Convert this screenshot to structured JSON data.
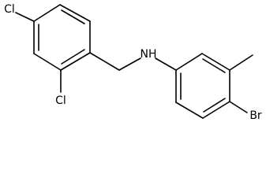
{
  "molecule": {
    "atoms": {
      "cl_top": "Cl",
      "cl_bottom": "Cl",
      "nh": "NH",
      "br": "Br"
    }
  }
}
